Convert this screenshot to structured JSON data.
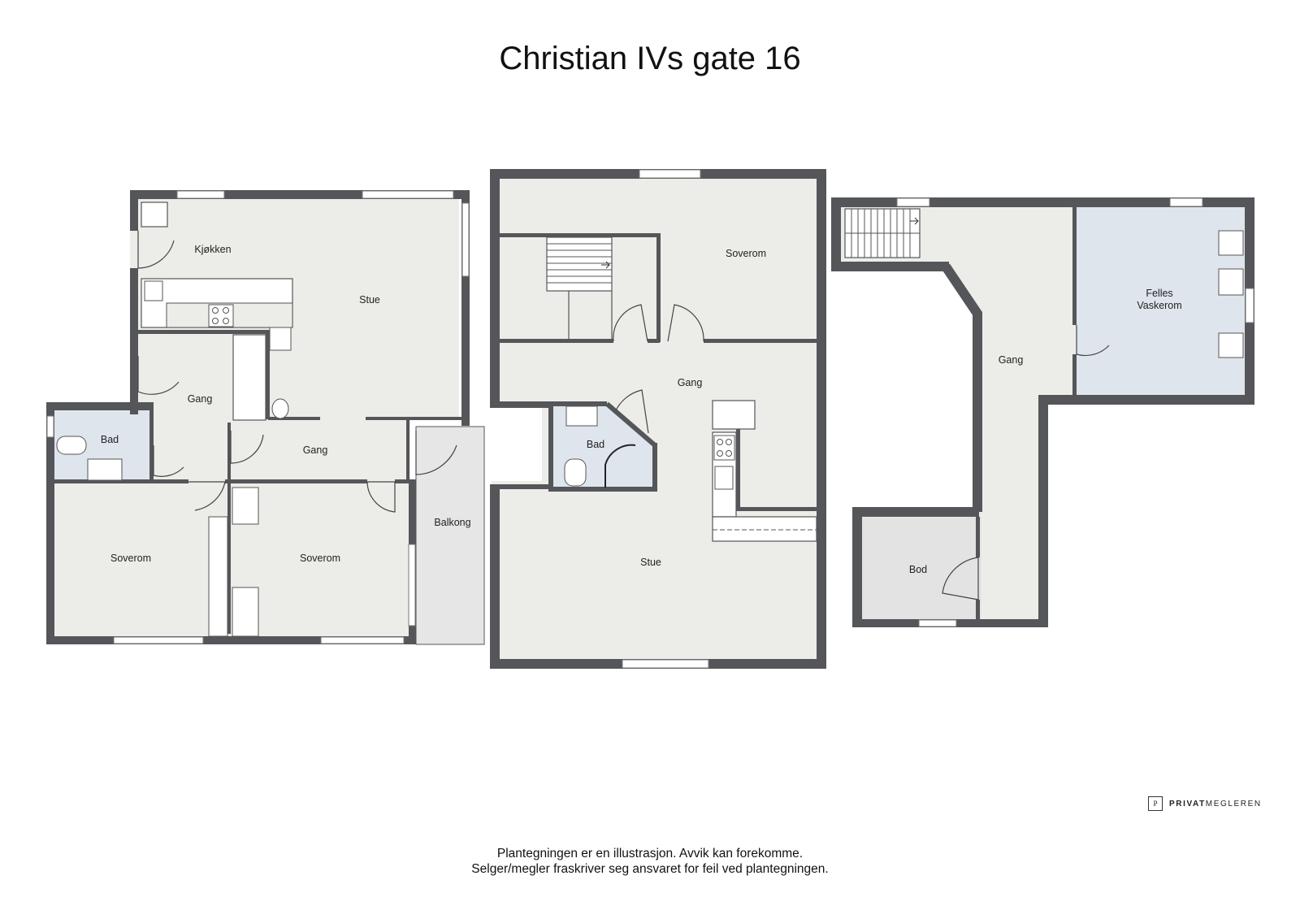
{
  "title": "Christian IVs gate 16",
  "units": {
    "left": {
      "rooms": {
        "kitchen": "Kjøkken",
        "living": "Stue",
        "hall_upper": "Gang",
        "hall_lower": "Gang",
        "bath": "Bad",
        "bedroom_left": "Soverom",
        "bedroom_right": "Soverom",
        "balcony": "Balkong"
      }
    },
    "middle": {
      "rooms": {
        "bedroom": "Soverom",
        "hall": "Gang",
        "bath": "Bad",
        "living": "Stue"
      }
    },
    "right": {
      "rooms": {
        "hall": "Gang",
        "laundry_line1": "Felles",
        "laundry_line2": "Vaskerom",
        "storage": "Bod"
      }
    }
  },
  "colors": {
    "wall": "#545659",
    "floor": "#ecede8",
    "wet_room": "#dfe5ed",
    "balcony": "#e6e6e6",
    "storage": "#e3e3e3"
  },
  "brand": {
    "mark": "P",
    "name_bold": "PRIVAT",
    "name_rest": "MEGLEREN"
  },
  "disclaimer": {
    "line1": "Plantegningen er en illustrasjon. Avvik kan forekomme.",
    "line2": "Selger/megler fraskriver seg ansvaret for feil ved plantegningen."
  }
}
